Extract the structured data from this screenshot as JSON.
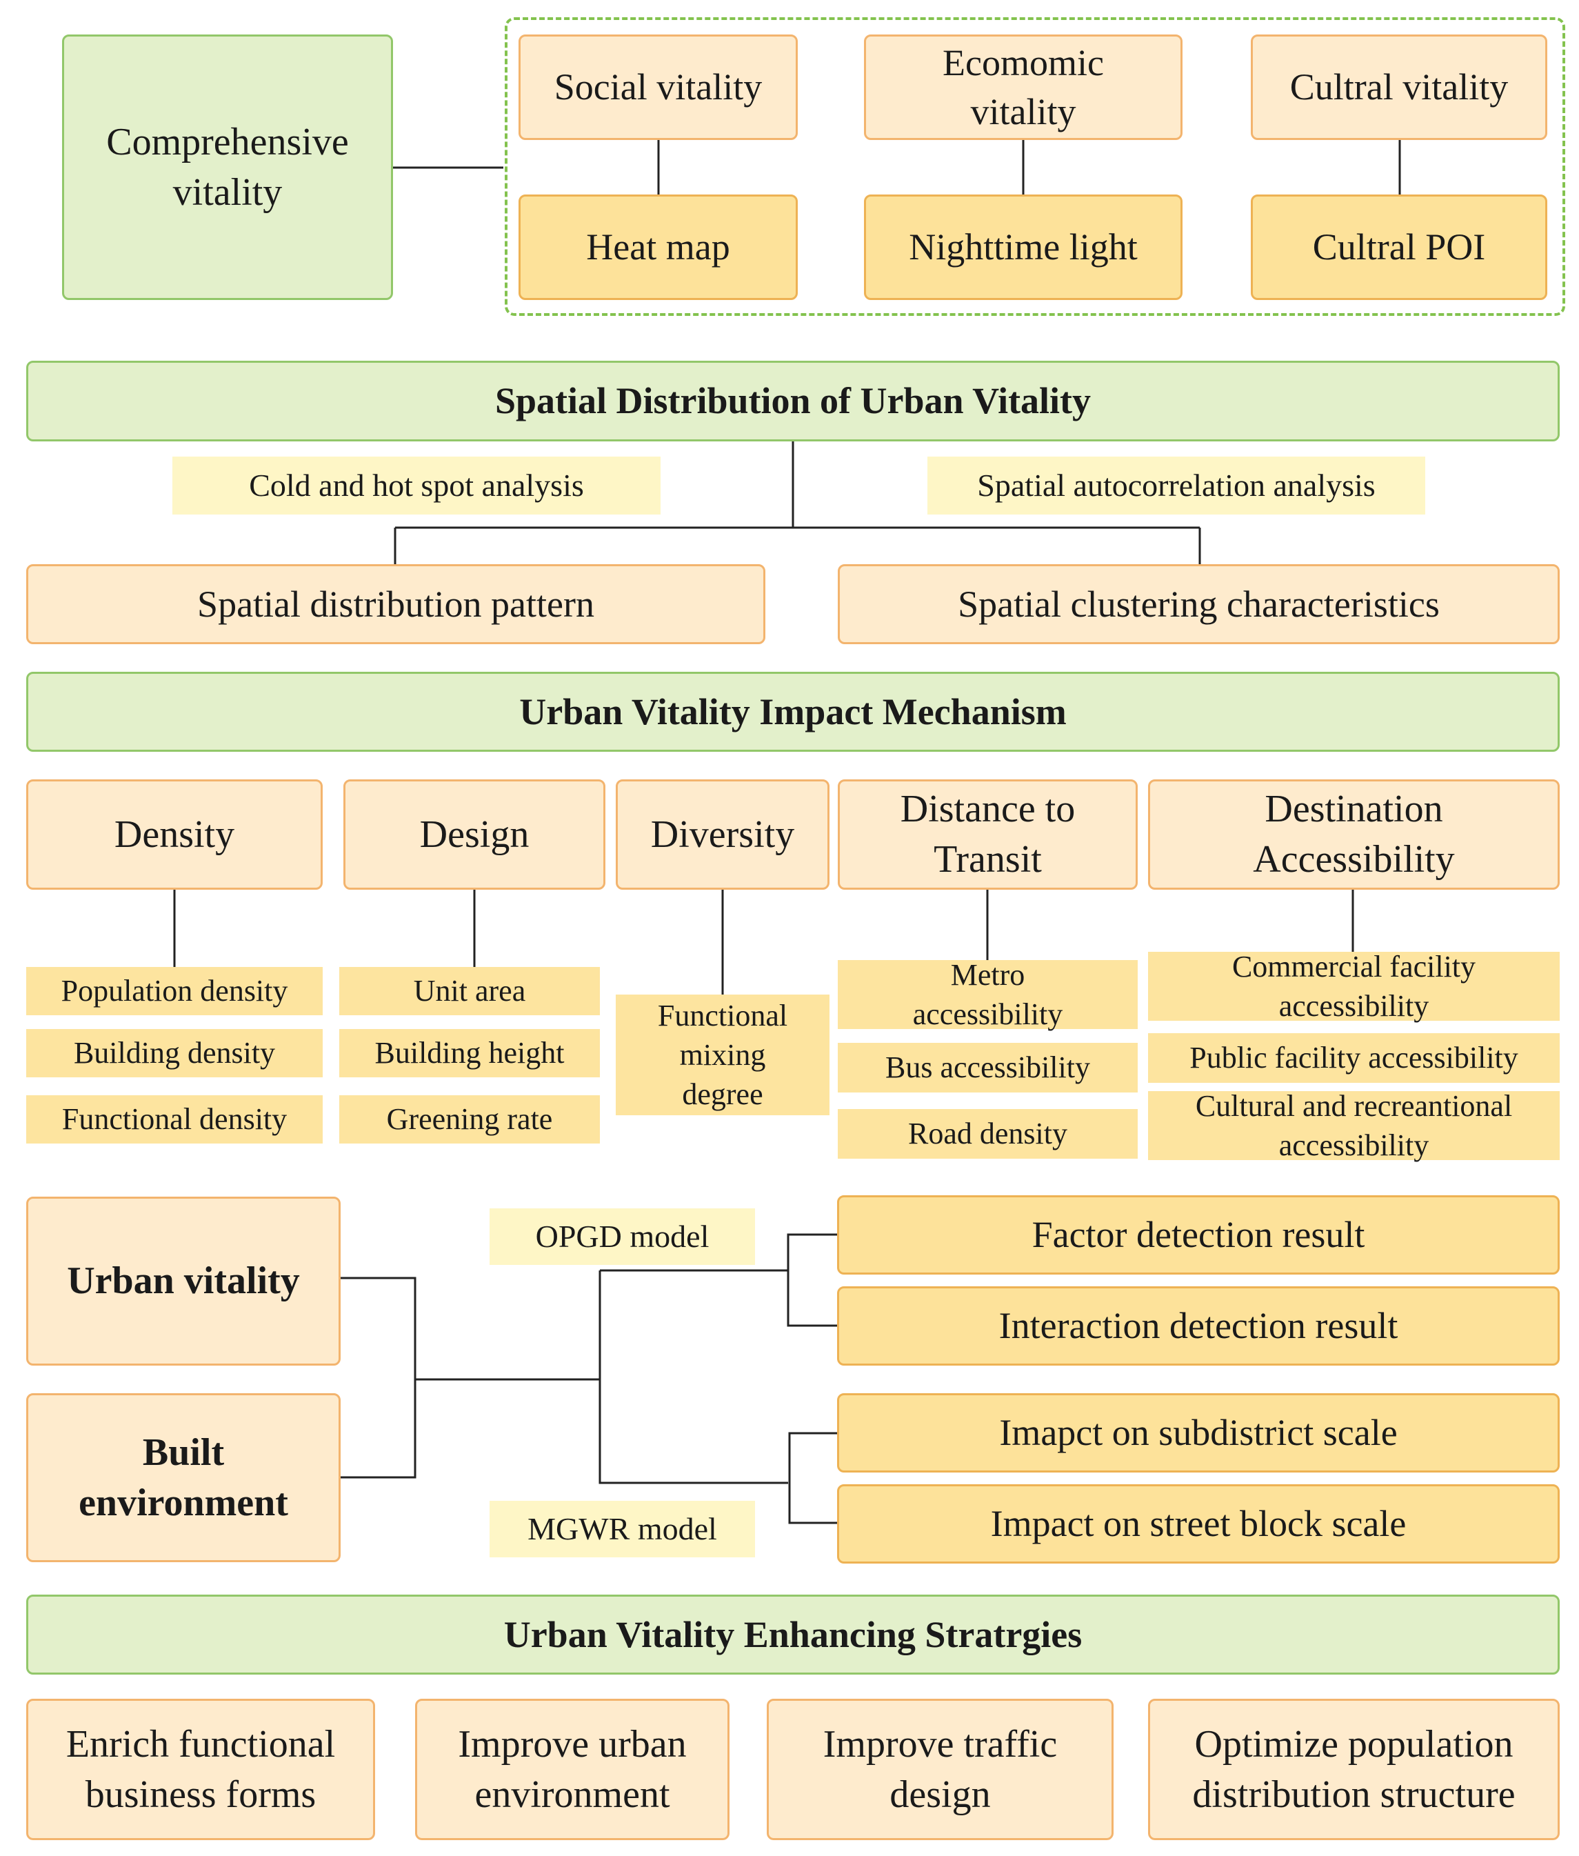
{
  "vitality": {
    "comprehensive": "Comprehensive\nvitality",
    "social": "Social vitality",
    "economic": "Ecomomic\nvitality",
    "cultural": "Cultral vitality",
    "heat_map": "Heat map",
    "nighttime_light": "Nighttime light",
    "cultural_poi": "Cultral POI"
  },
  "spatial": {
    "header": "Spatial Distribution of Urban Vitality",
    "cold_hot": "Cold and hot spot analysis",
    "autocorrelation": "Spatial autocorrelation analysis",
    "pattern": "Spatial distribution pattern",
    "clustering": "Spatial clustering characteristics"
  },
  "impact": {
    "header": "Urban Vitality Impact Mechanism",
    "density": {
      "title": "Density",
      "items": [
        "Population density",
        "Building density",
        "Functional density"
      ]
    },
    "design": {
      "title": "Design",
      "items": [
        "Unit area",
        "Building height",
        "Greening rate"
      ]
    },
    "diversity": {
      "title": "Diversity",
      "items": [
        "Functional\nmixing\ndegree"
      ]
    },
    "distance": {
      "title": "Distance to\nTransit",
      "items": [
        "Metro\naccessibility",
        "Bus  accessibility",
        "Road density"
      ]
    },
    "destination": {
      "title": "Destination\nAccessibility",
      "items": [
        "Commercial facility\naccessibility",
        "Public facility accessibility",
        "Cultural and  recreantional\naccessibility"
      ]
    }
  },
  "models": {
    "urban_vitality": "Urban vitality",
    "built_environment": "Built\nenvironment",
    "opgd": "OPGD model",
    "mgwr": "MGWR model",
    "factor": "Factor detection result",
    "interaction": "Interaction detection result",
    "subdistrict": "Imapct on subdistrict scale",
    "street_block": "Impact on street block scale"
  },
  "strategies": {
    "header": "Urban Vitality Enhancing Stratrgies",
    "items": [
      "Enrich functional\nbusiness forms",
      "Improve  urban\nenvironment",
      "Improve traffic\ndesign",
      "Optimize population\ndistribution structure"
    ]
  }
}
